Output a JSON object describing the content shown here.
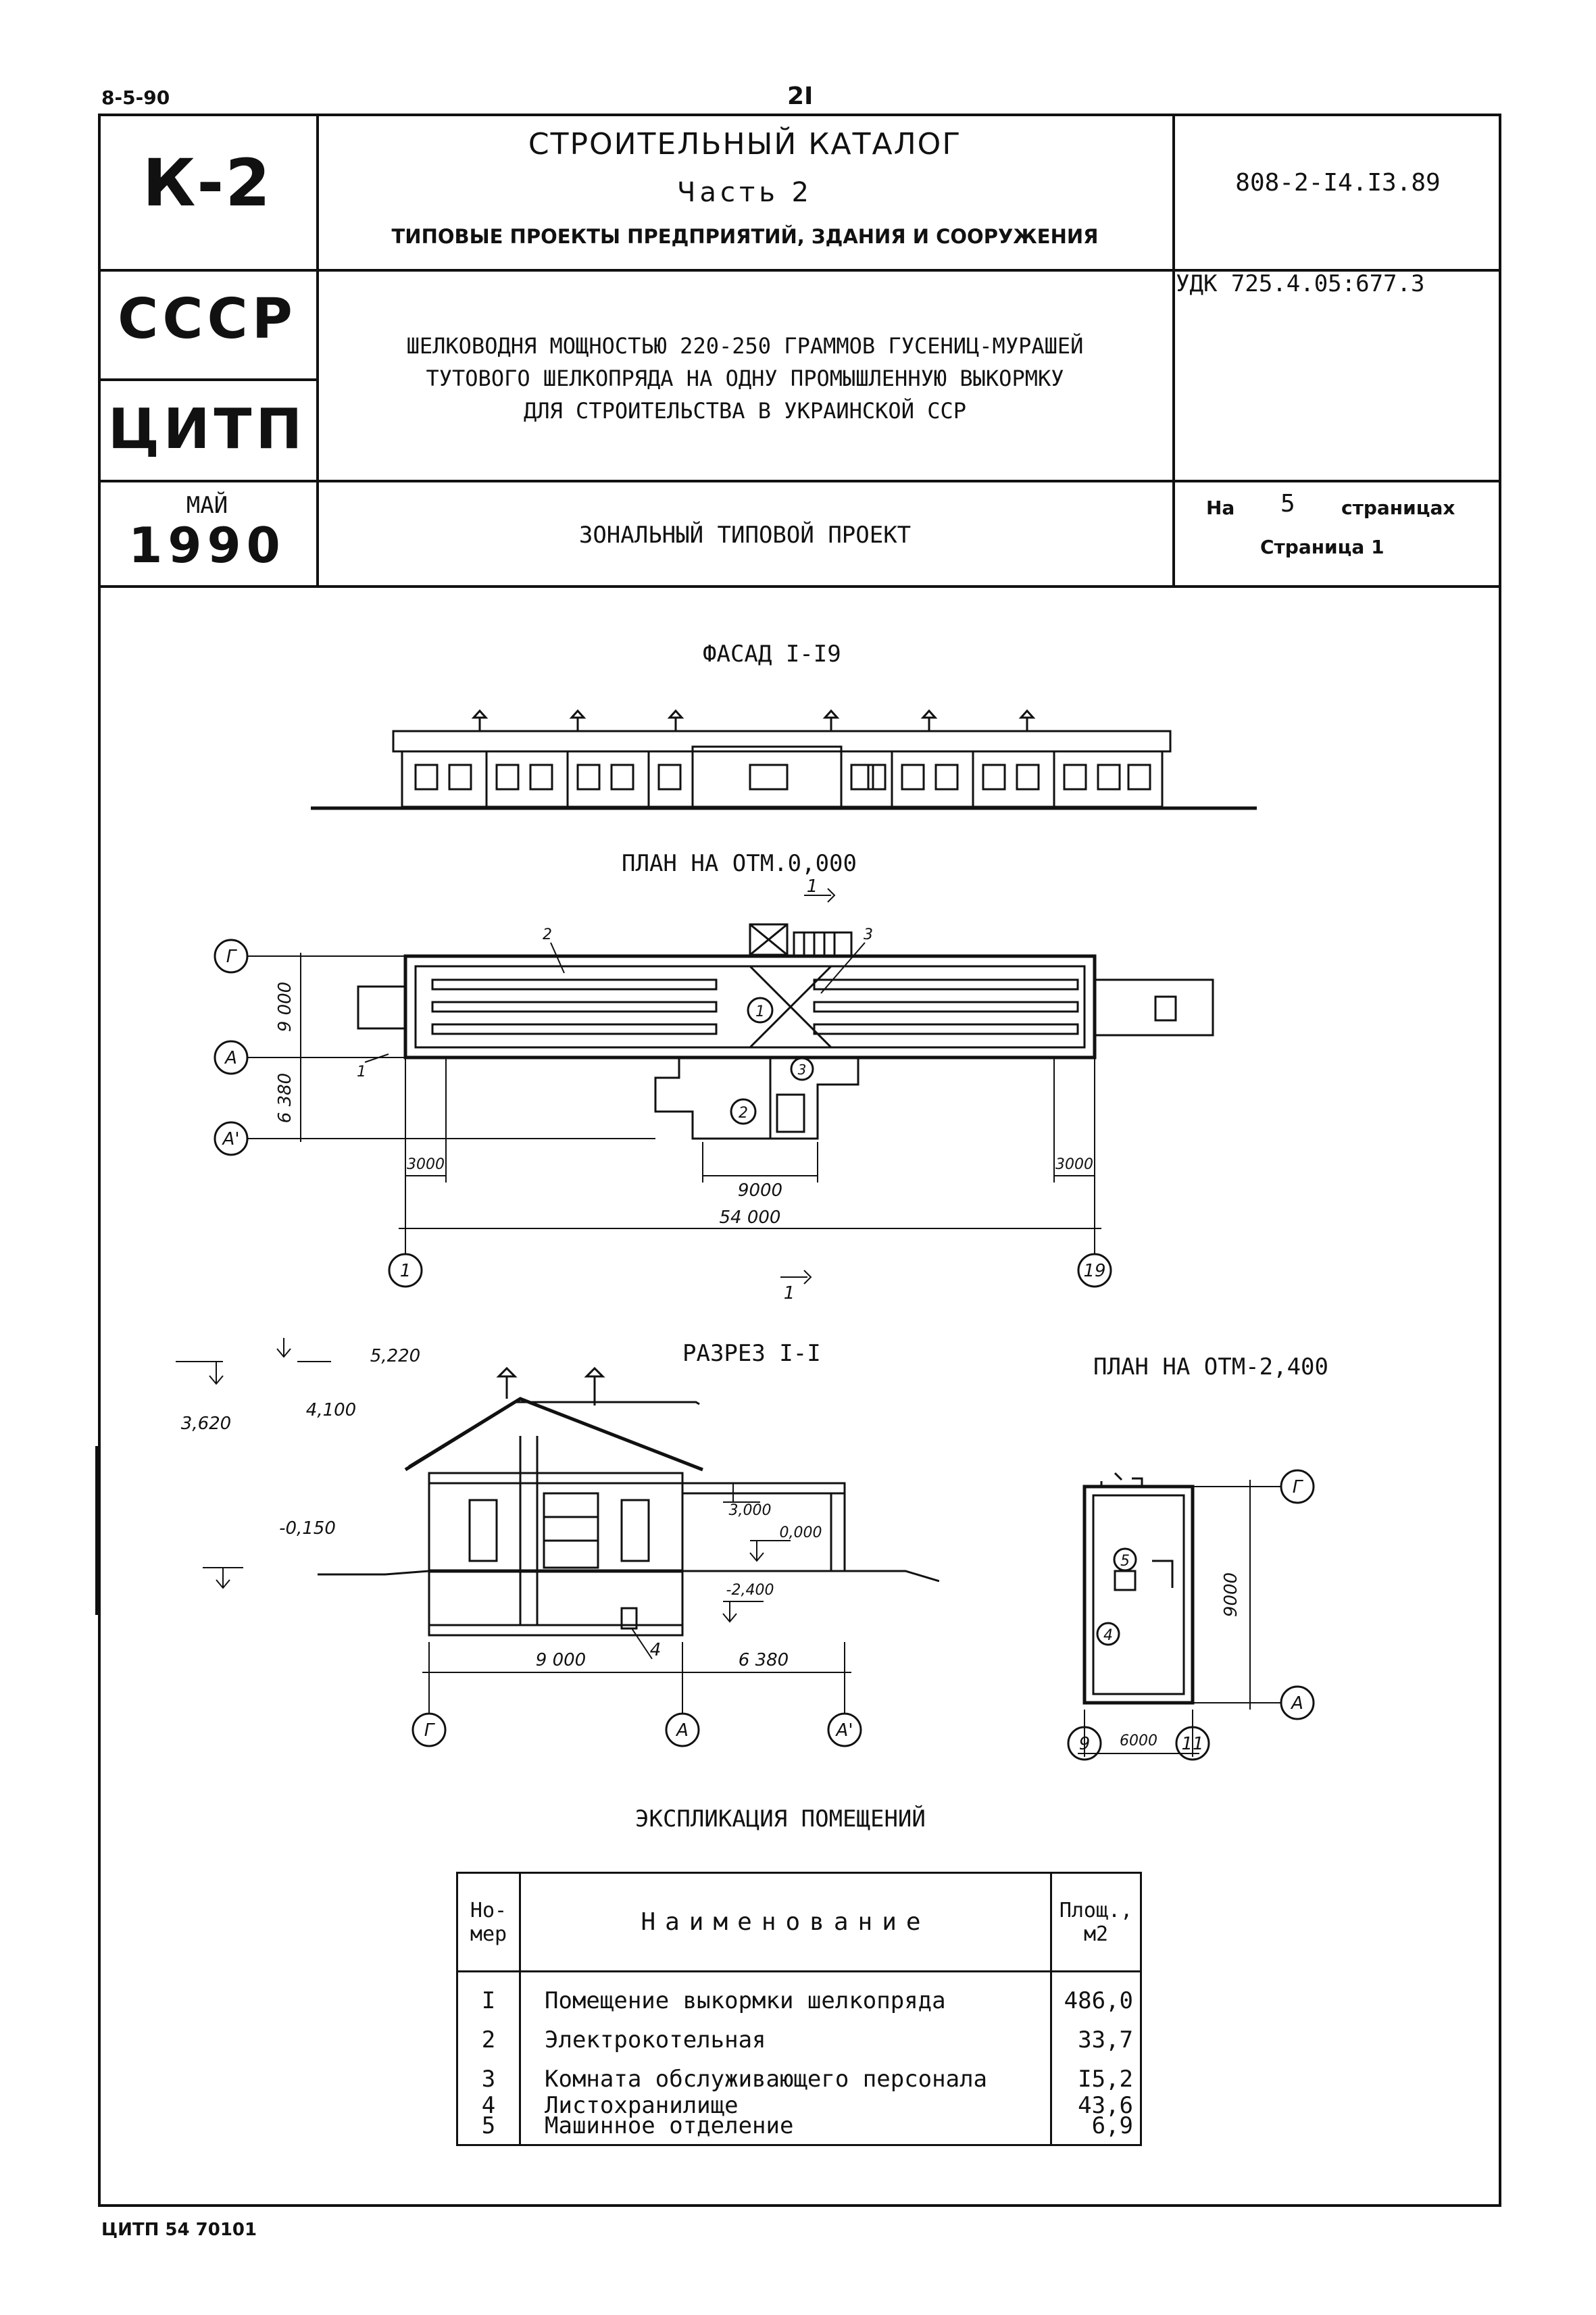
{
  "page": {
    "corner_code": "8-5-90",
    "page_number": "2I",
    "footer_code": "ЦИТП 54 70101"
  },
  "header": {
    "logo_text": "К-2",
    "catalog_title": "СТРОИТЕЛЬНЫЙ КАТАЛОГ",
    "part": "Часть 2",
    "subtitle": "ТИПОВЫЕ ПРОЕКТЫ ПРЕДПРИЯТИЙ, ЗДАНИЯ И СООРУЖЕНИЯ",
    "doc_code": "808-2-I4.I3.89",
    "country": "СССР",
    "org": "ЦИТП",
    "udk": "УДК 725.4.05:677.3",
    "project_title_line1": "ШЕЛКОВОДНЯ МОЩНОСТЬЮ 220-250 ГРАММОВ ГУСЕНИЦ-МУРАШЕЙ",
    "project_title_line2": "ТУТОВОГО ШЕЛКОПРЯДА НА ОДНУ ПРОМЫШЛЕННУЮ ВЫКОРМКУ",
    "project_title_line3": "ДЛЯ СТРОИТЕЛЬСТВА В УКРАИНСКОЙ ССР",
    "month": "МАЙ",
    "year": "1990",
    "project_type": "ЗОНАЛЬНЫЙ ТИПОВОЙ ПРОЕКТ",
    "pages_prefix": "На",
    "pages_count": "5",
    "pages_suffix": "страницах",
    "page_label": "Страница 1"
  },
  "drawings": {
    "facade_title": "ФАСАД I-I9",
    "plan_title": "ПЛАН НА ОТМ.0,000",
    "section_title": "РАЗРЕЗ I-I",
    "basement_title": "ПЛАН НА ОТМ-2,400",
    "plan": {
      "axis_g": "Г",
      "axis_a": "А",
      "axis_a2": "А'",
      "axis_1": "1",
      "axis_19": "19",
      "dim_9000_v": "9 000",
      "dim_6380_v": "6 380",
      "dim_3000_l": "3000",
      "dim_3000_r": "3000",
      "dim_9000_h": "9000",
      "dim_54000": "54 000",
      "cut_mark": "1",
      "callout_1": "1",
      "callout_2": "2",
      "callout_3": "3",
      "room_1": "1",
      "room_2": "2",
      "room_3": "3"
    },
    "section": {
      "lvl_5220": "5,220",
      "lvl_4100": "4,100",
      "lvl_3620": "3,620",
      "lvl_m0150": "-0,150",
      "lvl_3000": "3,000",
      "lvl_0000": "0,000",
      "lvl_m2400": "-2,400",
      "dim_9000": "9 000",
      "dim_6380": "6 380",
      "axis_g": "Г",
      "axis_a": "А",
      "axis_a2": "А'",
      "callout_4": "4"
    },
    "basement": {
      "axis_g": "Г",
      "axis_a": "А",
      "axis_9": "9",
      "axis_11": "11",
      "dim_9000": "9000",
      "dim_6000": "6000",
      "room_4": "4",
      "room_5": "5"
    }
  },
  "explication": {
    "title": "ЭКСПЛИКАЦИЯ ПОМЕЩЕНИЙ",
    "col_num": "Но-\nмер",
    "col_name": "Наименование",
    "col_area": "Площ.,\nм2",
    "rows": [
      {
        "num": "I",
        "name": "Помещение выкормки шелкопряда",
        "area": "486,0"
      },
      {
        "num": "2",
        "name": "Электрокотельная",
        "area": "33,7"
      },
      {
        "num": "3",
        "name": "Комната обслуживающего персонала",
        "area": "I5,2"
      },
      {
        "num": "4",
        "name": "Листохранилище",
        "area": "43,6"
      },
      {
        "num": "5",
        "name": "Машинное отделение",
        "area": "6,9"
      }
    ]
  }
}
